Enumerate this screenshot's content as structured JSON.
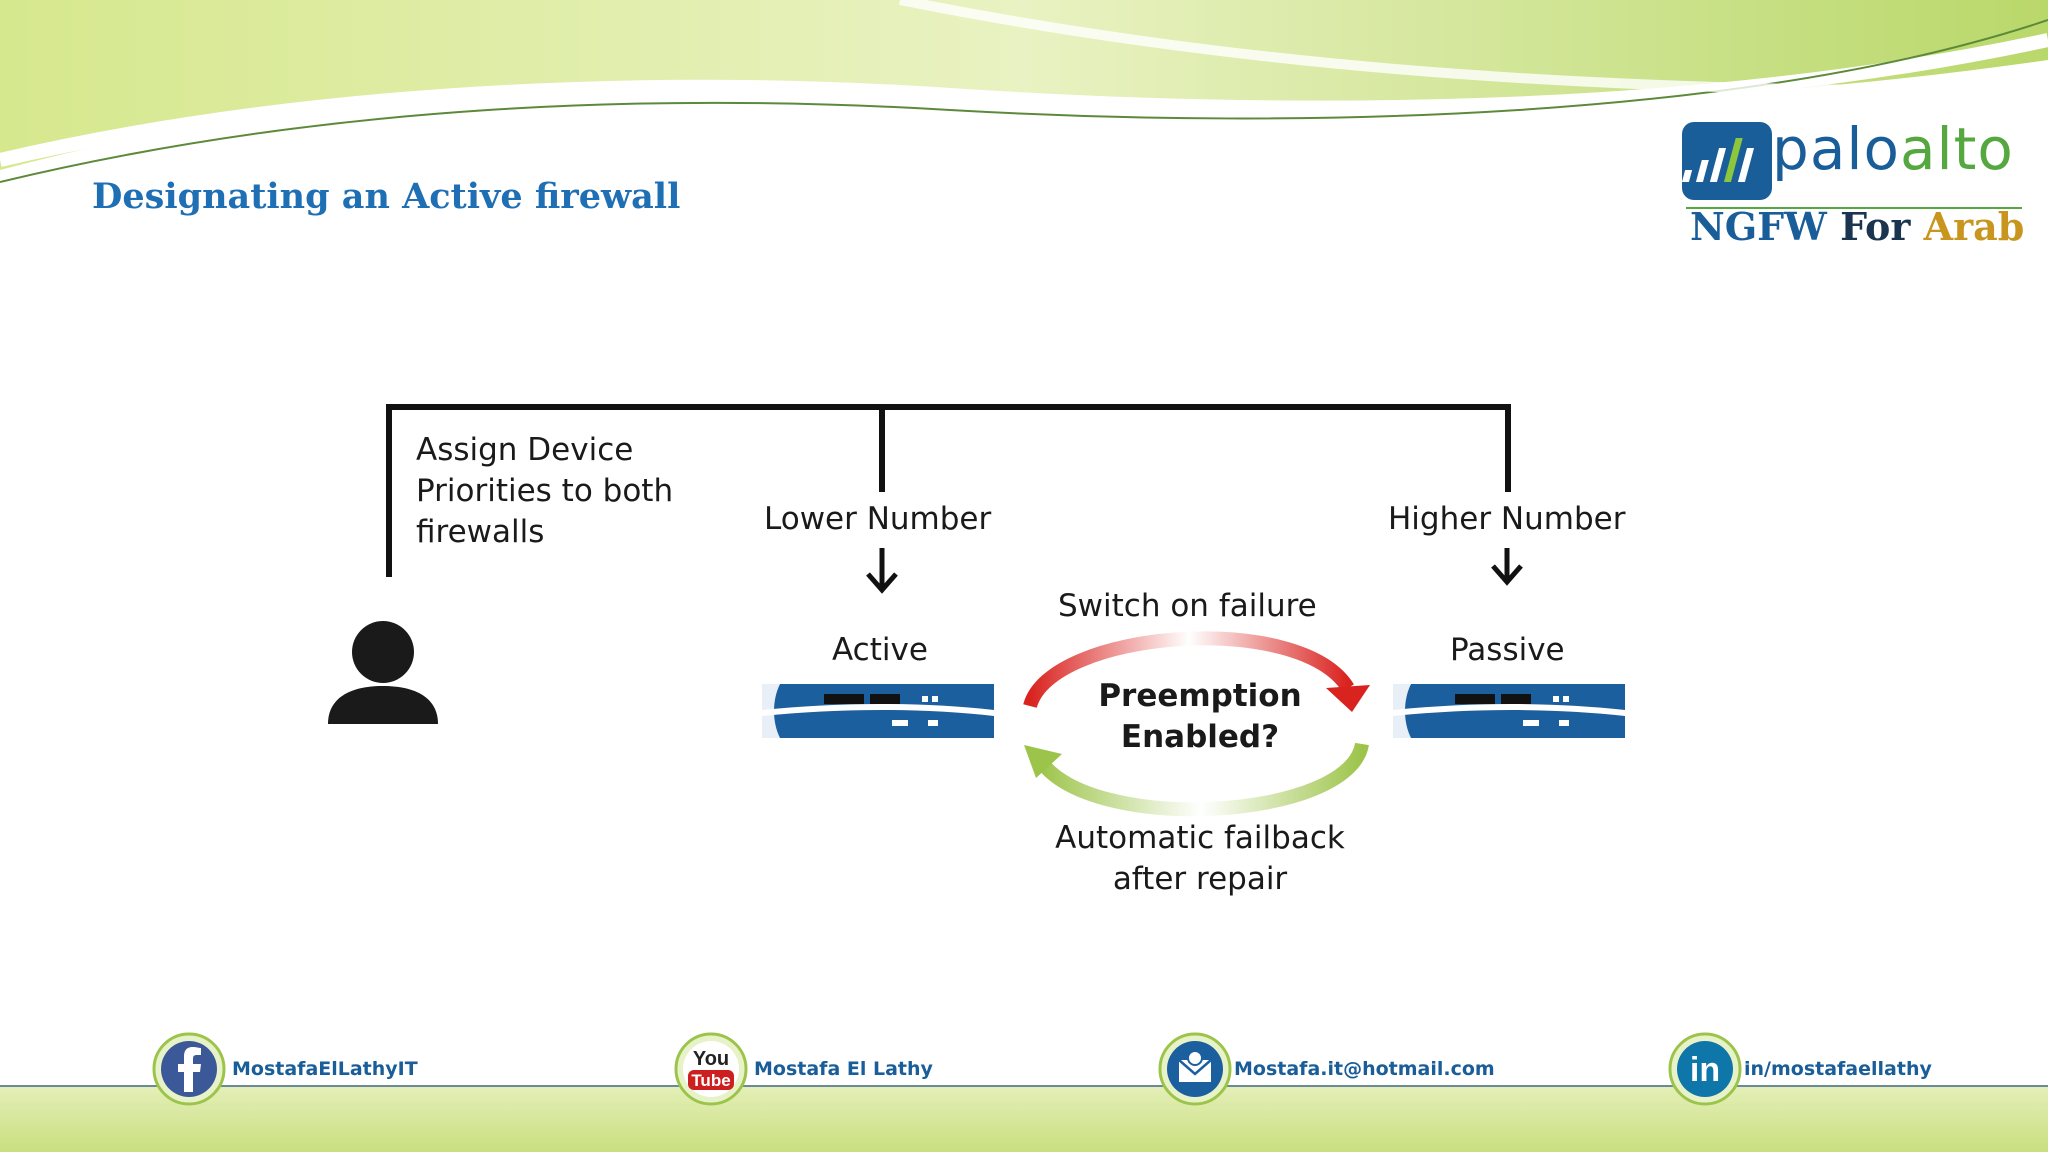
{
  "slide": {
    "title": "Designating an Active firewall"
  },
  "logo": {
    "brand_part1": "palo",
    "brand_part2": "alto",
    "tagline_part1": "NGFW",
    "tagline_part2": "For",
    "tagline_part3": "Arab",
    "colors": {
      "blue": "#1a5e99",
      "green": "#55a73f",
      "gold": "#c8961f"
    }
  },
  "diagram": {
    "assign_text_line1": "Assign Device",
    "assign_text_line2": "Priorities to both",
    "assign_text_line3": "firewalls",
    "lower_label": "Lower Number",
    "higher_label": "Higher Number",
    "active_label": "Active",
    "passive_label": "Passive",
    "switch_label": "Switch on failure",
    "preemption_line1": "Preemption",
    "preemption_line2": "Enabled?",
    "failback_line1": "Automatic failback",
    "failback_line2": "after repair",
    "colors": {
      "red_arrow": "#d9231f",
      "green_arrow": "#9dc44a",
      "firewall_blue": "#1c5f9e"
    }
  },
  "footer": {
    "facebook": {
      "icon": "facebook-icon",
      "label": "MostafaElLathyIT"
    },
    "youtube": {
      "icon": "youtube-icon",
      "label": "Mostafa El Lathy",
      "icon_text_top": "You",
      "icon_text_bottom": "Tube"
    },
    "email": {
      "icon": "email-icon",
      "label": "Mostafa.it@hotmail.com"
    },
    "linkedin": {
      "icon": "linkedin-icon",
      "label": "in/mostafaellathy",
      "icon_text": "in"
    }
  }
}
